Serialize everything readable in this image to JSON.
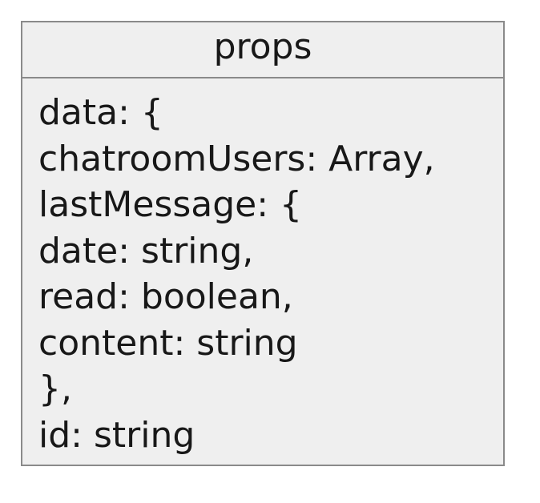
{
  "box": {
    "title": "props",
    "lines": [
      "data: {",
      "chatroomUsers: Array,",
      "lastMessage: {",
      "date: string,",
      "read: boolean,",
      "content: string",
      "},",
      "id: string"
    ]
  },
  "colors": {
    "box_fill": "#efefef",
    "box_border": "#8a8a8a",
    "text": "#181818"
  }
}
